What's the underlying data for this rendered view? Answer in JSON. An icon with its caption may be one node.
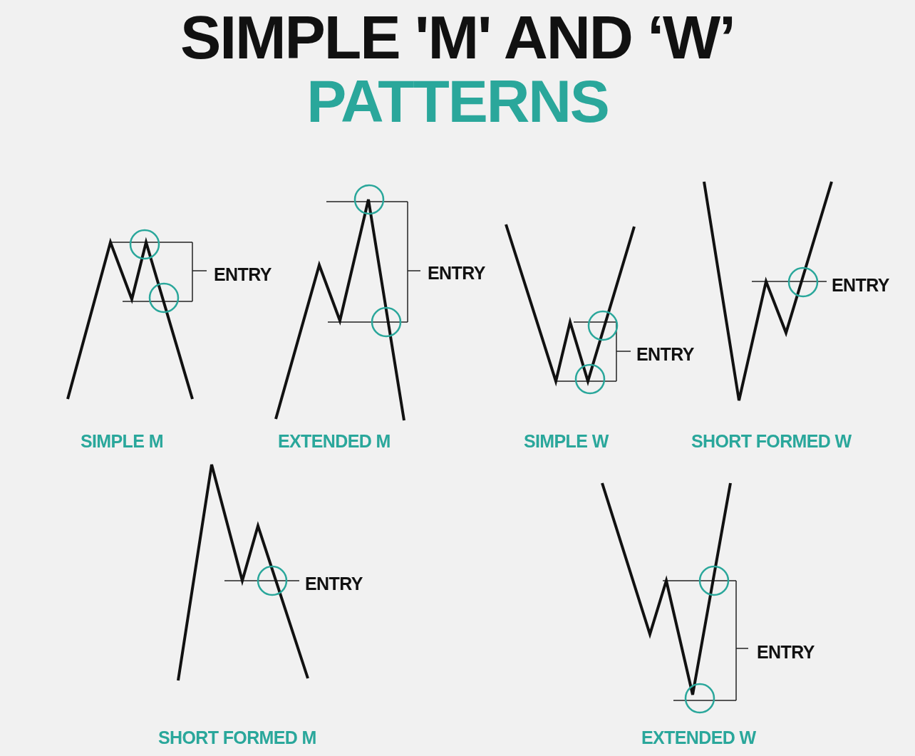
{
  "diagram": {
    "title": "SIMPLE 'M' AND ‘W’",
    "labels": [
      "PATTERNS",
      "ENTRY",
      "ENTRY",
      "ENTRY",
      "ENTRY",
      "SIMPLE M",
      "EXTENDED M",
      "SIMPLE W",
      "SHORT FORMED W",
      "ENTRY",
      "SHORT FORMED M",
      "ENTRY",
      "EXTENDED W"
    ]
  }
}
